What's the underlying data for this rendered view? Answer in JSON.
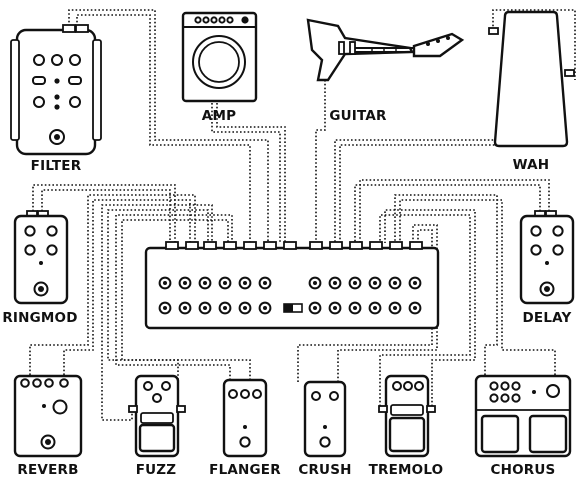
{
  "labels": {
    "filter": "FILTER",
    "amp": "AMP",
    "guitar": "GUITAR",
    "wah": "WAH",
    "ringmod": "RINGMOD",
    "delay": "DELAY",
    "reverb": "REVERB",
    "fuzz": "FUZZ",
    "flanger": "FLANGER",
    "crush": "CRUSH",
    "tremolo": "TREMOLO",
    "chorus": "CHORUS"
  },
  "colors": {
    "ink": "#111111",
    "background": "#ffffff"
  }
}
